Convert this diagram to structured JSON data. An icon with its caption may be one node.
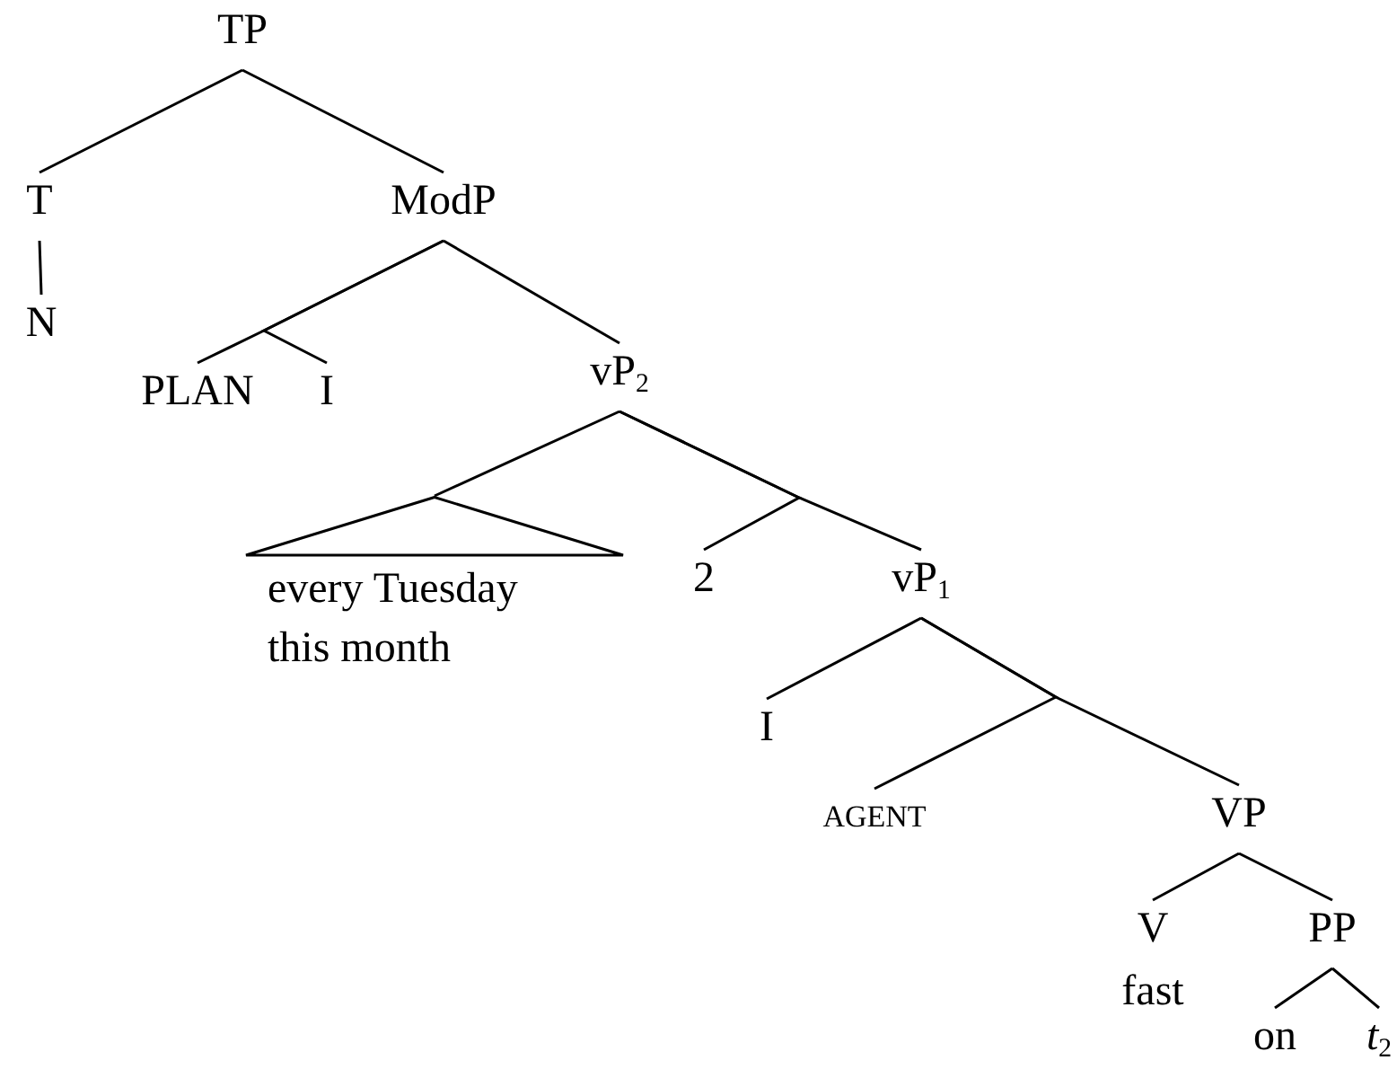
{
  "diagram": {
    "nodes": [
      {
        "text": [
          "TP"
        ]
      },
      {
        "text": [
          "T"
        ]
      },
      {
        "text": [
          "ModP"
        ]
      },
      {
        "text": [
          "N"
        ]
      },
      {
        "text": [
          "PLAN"
        ]
      },
      {
        "text": [
          "I"
        ]
      },
      {
        "text": [
          "vP$_{2}$"
        ]
      },
      {
        "text": [
          "every Tuesday this month"
        ]
      },
      {
        "text": [
          "2"
        ]
      },
      {
        "text": [
          "vP$_{1}$"
        ]
      },
      {
        "text": [
          "I"
        ]
      },
      {
        "text": [
          "AGENT"
        ]
      },
      {
        "text": [
          "VP"
        ]
      },
      {
        "text": [
          "V"
        ],
        "beside": [
          "fast"
        ]
      },
      {
        "text": [
          "PP"
        ]
      },
      {
        "text": [
          "on"
        ]
      },
      {
        "text": [
          "*t*$_{2}$"
        ]
      }
    ],
    "edges": [
      {
        "from": 0,
        "to": 1,
        "arrow": "none"
      },
      {
        "from": 0,
        "to": 2,
        "arrow": "none"
      },
      {
        "from": 1,
        "to": 3,
        "arrow": "none"
      },
      {
        "from": 2,
        "to": 4,
        "arrow": "none"
      },
      {
        "from": 2,
        "to": 5,
        "arrow": "none"
      },
      {
        "from": 2,
        "to": 6,
        "arrow": "none"
      },
      {
        "from": 6,
        "to": 7,
        "arrow": "none"
      },
      {
        "from": 6,
        "to": 8,
        "arrow": "none"
      },
      {
        "from": 6,
        "to": 9,
        "arrow": "none"
      },
      {
        "from": 9,
        "to": 10,
        "arrow": "none"
      },
      {
        "from": 9,
        "to": 11,
        "arrow": "none"
      },
      {
        "from": 9,
        "to": 12,
        "arrow": "none"
      },
      {
        "from": 12,
        "to": 13,
        "arrow": "none"
      },
      {
        "from": 12,
        "to": 14,
        "arrow": "none"
      },
      {
        "from": 14,
        "to": 15,
        "arrow": "none"
      },
      {
        "from": 14,
        "to": 16,
        "arrow": "none"
      }
    ]
  }
}
